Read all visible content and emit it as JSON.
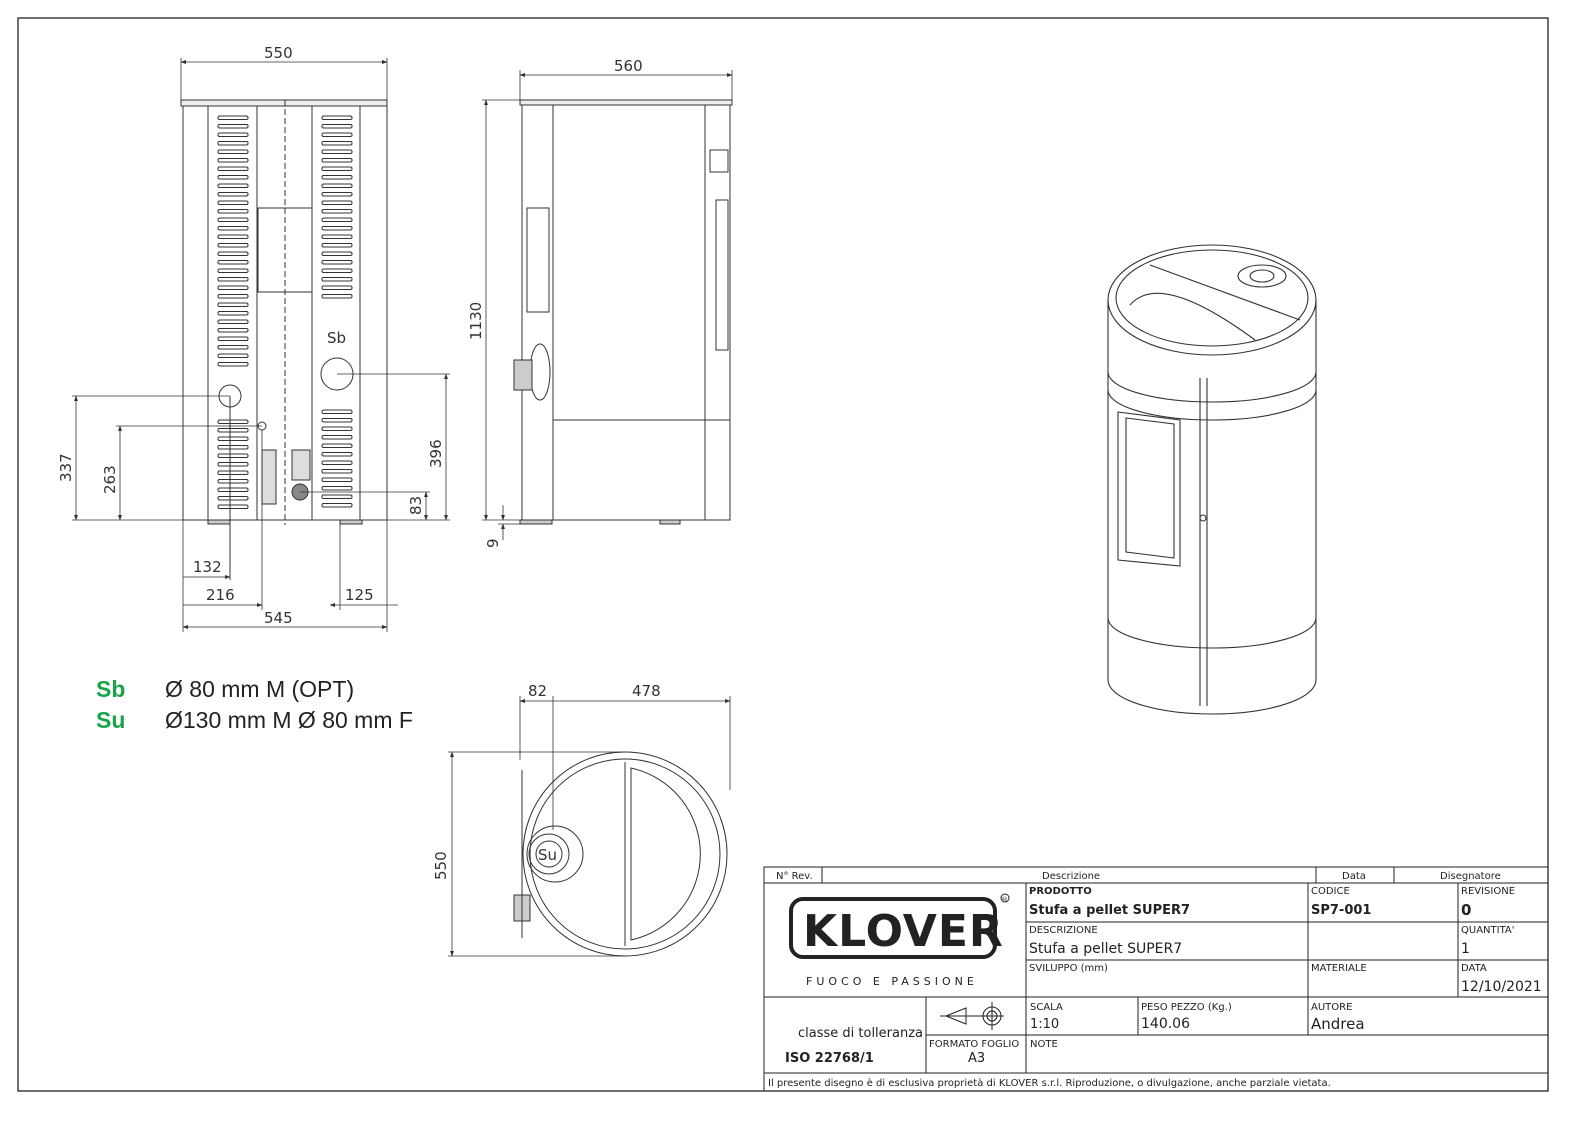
{
  "dimensions": {
    "front_width_top": "550",
    "front_width_bottom": "545",
    "side_depth": "560",
    "height": "1130",
    "sb_height": "396",
    "su_height": "83",
    "h337": "337",
    "h263": "263",
    "d132": "132",
    "d216": "216",
    "d125": "125",
    "feet": "9",
    "top_82": "82",
    "top_478": "478",
    "top_550": "550"
  },
  "outlet_labels": {
    "sb": "Sb",
    "su": "Su"
  },
  "legend": [
    {
      "code": "Sb",
      "text": "Ø 80 mm M (OPT)"
    },
    {
      "code": "Su",
      "text": "Ø130 mm M Ø 80 mm F"
    }
  ],
  "title_block": {
    "rev_header": "N° Rev.",
    "desc_header": "Descrizione",
    "date_header": "Data",
    "designer_header": "Disegnatore",
    "logo_text": "KLOVER",
    "logo_mark": "®",
    "tagline": "FUOCO E PASSIONE",
    "prodotto_label": "PRODOTTO",
    "prodotto_value": "Stufa a pellet SUPER7",
    "codice_label": "CODICE",
    "codice_value": "SP7-001",
    "revisione_label": "REVISIONE",
    "revisione_value": "0",
    "descrizione_label": "DESCRIZIONE",
    "descrizione_value": "Stufa a pellet SUPER7",
    "quantita_label": "QUANTITA'",
    "quantita_value": "1",
    "sviluppo_label": "SVILUPPO (mm)",
    "materiale_label": "MATERIALE",
    "data_label": "DATA",
    "data_value": "12/10/2021",
    "tolerance_label": "classe di tolleranza",
    "tolerance_value": "ISO 22768/1",
    "scala_label": "SCALA",
    "scala_value": "1:10",
    "peso_label": "PESO PEZZO (Kg.)",
    "peso_value": "140.06",
    "autore_label": "AUTORE",
    "autore_value": "Andrea",
    "formato_label": "FORMATO FOGLIO",
    "formato_value": "A3",
    "note_label": "NOTE",
    "footer": "Il presente disegno è di esclusiva proprietà di KLOVER s.r.l. Riproduzione, o divulgazione, anche parziale vietata."
  },
  "colors": {
    "legend_code": "#1aa34a",
    "line": "#333333"
  }
}
